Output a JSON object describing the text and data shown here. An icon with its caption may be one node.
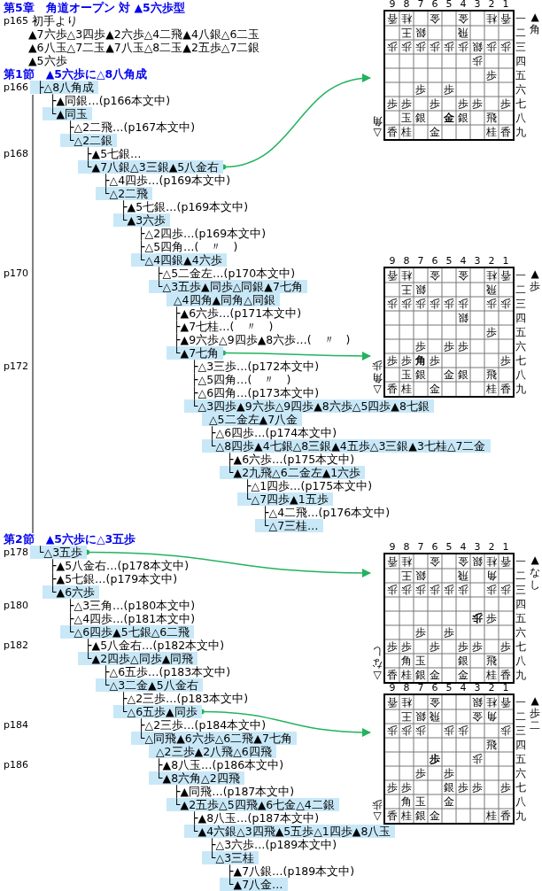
{
  "diagram": {
    "title": "第5章　角道オープン 対 ▲5六歩型",
    "nodes": [
      {
        "text": [
          "├△8八角成"
        ]
      },
      {
        "text": [
          "└▲同玉"
        ]
      },
      {
        "text": [
          "└△2二銀"
        ]
      },
      {
        "text": [
          "└▲7八銀△3三銀▲5八金右"
        ]
      },
      {
        "text": [
          "└△2二飛"
        ]
      },
      {
        "text": [
          "└▲3六歩"
        ]
      },
      {
        "text": [
          "└△4四銀▲4六歩"
        ]
      },
      {
        "text": [
          "└△3五歩▲同歩△同銀▲7七角"
        ]
      },
      {
        "text": [
          "△4四角▲同角△同銀"
        ]
      },
      {
        "text": [
          "└▲7七角"
        ]
      },
      {
        "text": [
          "└△3四歩▲9六歩△9四歩▲8六歩△5四歩▲8七銀"
        ]
      },
      {
        "text": [
          "△5二金左▲7八金"
        ]
      },
      {
        "text": [
          "└△8四歩▲4七銀△8三銀▲4五歩△3三銀▲3七桂△7二金"
        ]
      },
      {
        "text": [
          "└▲2九飛△6二金左▲1六歩"
        ]
      },
      {
        "text": [
          "└△7四歩▲1五歩"
        ]
      },
      {
        "text": [
          "└△7三桂…"
        ]
      },
      {
        "text": [
          "└△3五歩"
        ]
      },
      {
        "text": [
          "└▲6六歩"
        ]
      },
      {
        "text": [
          "└△6四歩▲5七銀△6二飛"
        ]
      },
      {
        "text": [
          "└▲2四歩△同歩▲同飛"
        ]
      },
      {
        "text": [
          "└△3二金▲5八金右"
        ]
      },
      {
        "text": [
          "└△6五歩▲同歩"
        ]
      },
      {
        "text": [
          "└△同飛▲6六歩△6二飛▲7七角"
        ]
      },
      {
        "text": [
          "△2三歩▲2八飛△6四飛"
        ]
      },
      {
        "text": [
          "└▲8六角△2四飛"
        ]
      },
      {
        "text": [
          "└▲2五歩△5四飛▲6七金△4二銀"
        ]
      },
      {
        "text": [
          "└▲4六銀△3四飛▲5五歩△1四歩▲8八玉"
        ]
      },
      {
        "text": [
          "└△3三桂"
        ]
      },
      {
        "text": [
          "└▲7八金…"
        ]
      },
      {
        "text": [
          "9",
          "8",
          "7",
          "6",
          "5",
          "4",
          "3",
          "2",
          "1",
          "香",
          "桂",
          "金",
          "金",
          "桂",
          "香",
          "王",
          "銀",
          "飛",
          "歩",
          "歩",
          "歩",
          "歩",
          "歩",
          "歩",
          "銀",
          "歩",
          "歩",
          "歩",
          "歩",
          "歩",
          "歩",
          "歩",
          "歩",
          "歩",
          "歩",
          "歩",
          "歩",
          "玉",
          "銀",
          "金",
          "銀",
          "飛",
          "香",
          "桂",
          "金",
          "桂",
          "香",
          "一",
          "二",
          "三",
          "四",
          "五",
          "六",
          "七",
          "八",
          "九"
        ],
        "beside": [
          "▲角",
          "△角"
        ]
      },
      {
        "text": [
          "9",
          "8",
          "7",
          "6",
          "5",
          "4",
          "3",
          "2",
          "1",
          "香",
          "桂",
          "金",
          "金",
          "桂",
          "香",
          "王",
          "銀",
          "飛",
          "歩",
          "歩",
          "歩",
          "歩",
          "歩",
          "歩",
          "歩",
          "歩",
          "銀",
          "歩",
          "歩",
          "歩",
          "歩",
          "歩",
          "歩",
          "角",
          "歩",
          "歩",
          "玉",
          "銀",
          "金",
          "銀",
          "飛",
          "香",
          "桂",
          "金",
          "桂",
          "香",
          "一",
          "二",
          "三",
          "四",
          "五",
          "六",
          "七",
          "八",
          "九"
        ],
        "beside": [
          "▲歩",
          "△角歩"
        ]
      },
      {
        "text": [
          "9",
          "8",
          "7",
          "6",
          "5",
          "4",
          "3",
          "2",
          "1",
          "香",
          "桂",
          "金",
          "金",
          "銀",
          "桂",
          "香",
          "王",
          "銀",
          "飛",
          "角",
          "歩",
          "歩",
          "歩",
          "歩",
          "歩",
          "歩",
          "歩",
          "歩",
          "歩",
          "歩",
          "歩",
          "歩",
          "歩",
          "歩",
          "歩",
          "歩",
          "歩",
          "歩",
          "角",
          "玉",
          "銀",
          "飛",
          "香",
          "桂",
          "銀",
          "金",
          "金",
          "桂",
          "香",
          "一",
          "二",
          "三",
          "四",
          "五",
          "六",
          "七",
          "八",
          "九"
        ],
        "beside": [
          "▲なし",
          "△なし"
        ]
      },
      {
        "text": [
          "9",
          "8",
          "7",
          "6",
          "5",
          "4",
          "3",
          "2",
          "1",
          "香",
          "桂",
          "金",
          "銀",
          "桂",
          "香",
          "王",
          "銀",
          "飛",
          "金",
          "角",
          "歩",
          "歩",
          "歩",
          "歩",
          "歩",
          "歩",
          "飛",
          "歩",
          "歩",
          "歩",
          "歩",
          "歩",
          "歩",
          "銀",
          "歩",
          "歩",
          "歩",
          "角",
          "玉",
          "金",
          "香",
          "桂",
          "銀",
          "金",
          "桂",
          "香",
          "一",
          "二",
          "三",
          "四",
          "五",
          "六",
          "七",
          "八",
          "九"
        ],
        "beside": [
          "▲歩二",
          "△歩"
        ]
      }
    ],
    "edges": [
      {
        "from": 3,
        "to": 29,
        "arrow": "to"
      },
      {
        "from": 9,
        "to": 30,
        "arrow": "to"
      },
      {
        "from": 16,
        "to": 31,
        "arrow": "to"
      },
      {
        "from": 21,
        "to": 32,
        "arrow": "to"
      }
    ],
    "labels": [
      "p165",
      "初手より",
      "▲7六歩△3四歩▲2六歩△4二飛▲4八銀△6二玉",
      "▲6八玉△7二玉▲7八玉△8二玉▲2五歩△7二銀",
      "▲5六歩",
      "第1節　▲5六歩に△8八角成",
      "p166",
      "├▲同銀…(p166本文中)",
      "├△2二飛…(p167本文中)",
      "p168",
      "├▲5七銀…",
      "├△4四歩…(p169本文中)",
      "├▲5七銀…(p169本文中)",
      "├△2四歩…(p169本文中)",
      "├△5四角…(　〃　)",
      "p170",
      "├△5二金左…(p170本文中)",
      "├▲6六歩…(p171本文中)",
      "├▲7七桂…(　〃　)",
      "├▲9六歩△9四歩▲8六歩…(　〃　)",
      "p172",
      "├△3三歩…(p172本文中)",
      "├△5四角…(　〃　)",
      "├△6四角…(p173本文中)",
      "├△6四歩…(p174本文中)",
      "├▲6六歩…(p175本文中)",
      "├△1四歩…(p175本文中)",
      "├△4二飛…(p176本文中)",
      "第2節　▲5六歩に△3五歩",
      "p178",
      "├▲5八金右…(p178本文中)",
      "├▲5七銀…(p179本文中)",
      "p180",
      "├△3三角…(p180本文中)",
      "├△4四歩…(p181本文中)",
      "p182",
      "├▲5八金右…(p182本文中)",
      "├△6五歩…(p183本文中)",
      "├△2三歩…(p183本文中)",
      "p184",
      "├△2三歩…(p184本文中)",
      "p186",
      "├▲8八玉…(p186本文中)",
      "├▲同飛…(p187本文中)",
      "├▲8八玉…(p187本文中)",
      "├△3六歩…(p189本文中)",
      "├▲7八銀…(p189本文中)"
    ]
  }
}
